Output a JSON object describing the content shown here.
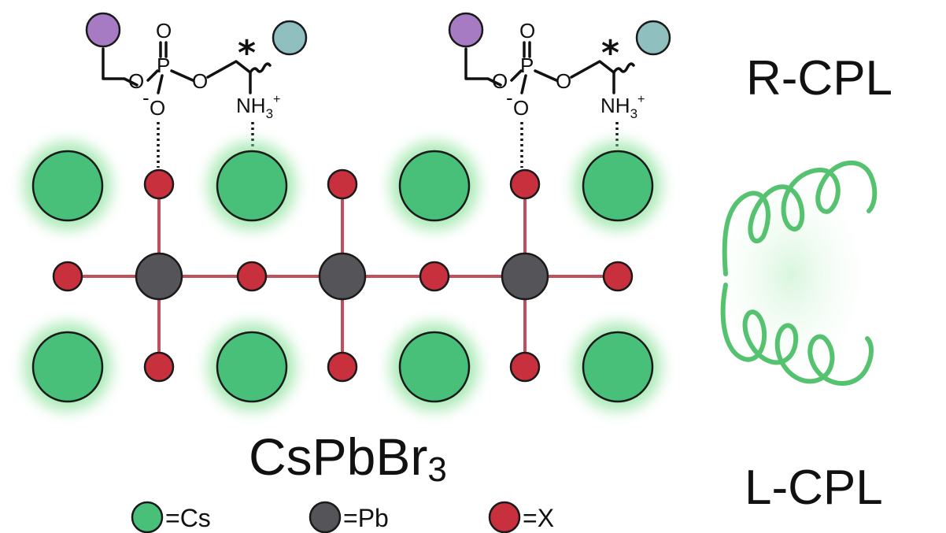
{
  "title": {
    "main": "CsPbBr",
    "subscript": "3"
  },
  "cpl_labels": {
    "right": "R-CPL",
    "left": "L-CPL"
  },
  "ligand": {
    "phosphate_o_top": "O",
    "phosphate_p": "P",
    "phosphate_o_left": "O",
    "phosphate_o_right": "O",
    "phosphate_o_minus": "O",
    "minus_sign": "-",
    "amine_main": "NH",
    "amine_sub": "3",
    "amine_sup": "+",
    "chiral_mark": "*"
  },
  "legend": [
    {
      "symbol": "cs-atom",
      "label": "=Cs"
    },
    {
      "symbol": "pb-atom",
      "label": "=Pb"
    },
    {
      "symbol": "x-atom",
      "label": "=X"
    }
  ],
  "colors": {
    "cs": "#48c07a",
    "pb": "#555459",
    "x": "#c9303e",
    "lattice_bond": "#c0505c",
    "glow": "#8fe39f",
    "helix": "#55c270",
    "group_purple": "#a67bc4",
    "group_teal": "#8fbfbe"
  }
}
